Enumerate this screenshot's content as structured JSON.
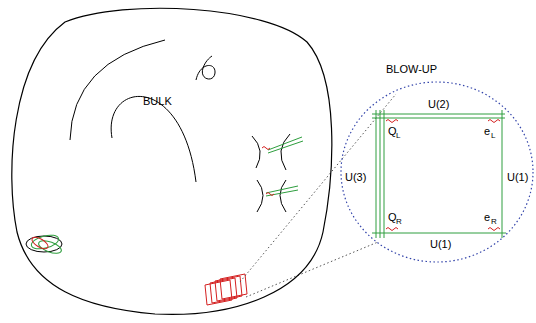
{
  "diagram": {
    "nodes": [
      {
        "text": [
          "BULK"
        ]
      },
      {
        "text": [
          "BLOW-UP"
        ]
      }
    ],
    "labels": [
      "U(2)",
      "U(3)",
      "U(1)",
      "U(1)",
      "Q",
      "L",
      "e",
      "L",
      "Q",
      "R",
      "e",
      "R"
    ]
  }
}
